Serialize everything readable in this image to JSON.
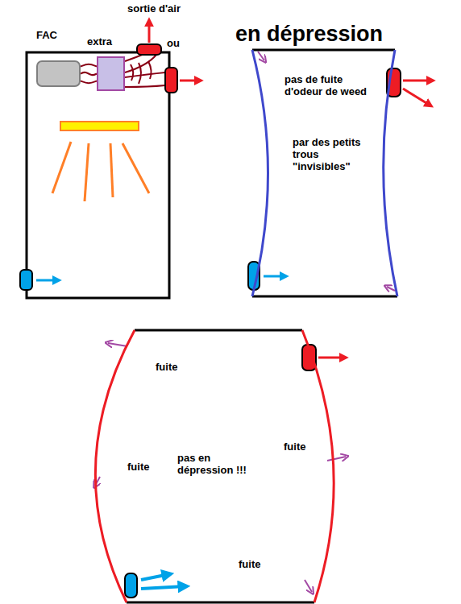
{
  "diagram": {
    "nodes": [
      {
        "text": [
          "FAC"
        ]
      },
      {
        "text": [
          "extra"
        ]
      },
      {
        "text": [
          "en dépression",
          "pas de fuite d'odeur de weed",
          "par des petits trous \"invisibles\""
        ]
      },
      {
        "text": [
          "fuite",
          "fuite",
          "fuite",
          "pas en dépression !!!",
          "fuite"
        ]
      }
    ],
    "edges": [
      {
        "from": 0,
        "to": 1,
        "arrow": "none"
      }
    ],
    "labels": [
      "sortie d'air",
      "ou"
    ]
  }
}
